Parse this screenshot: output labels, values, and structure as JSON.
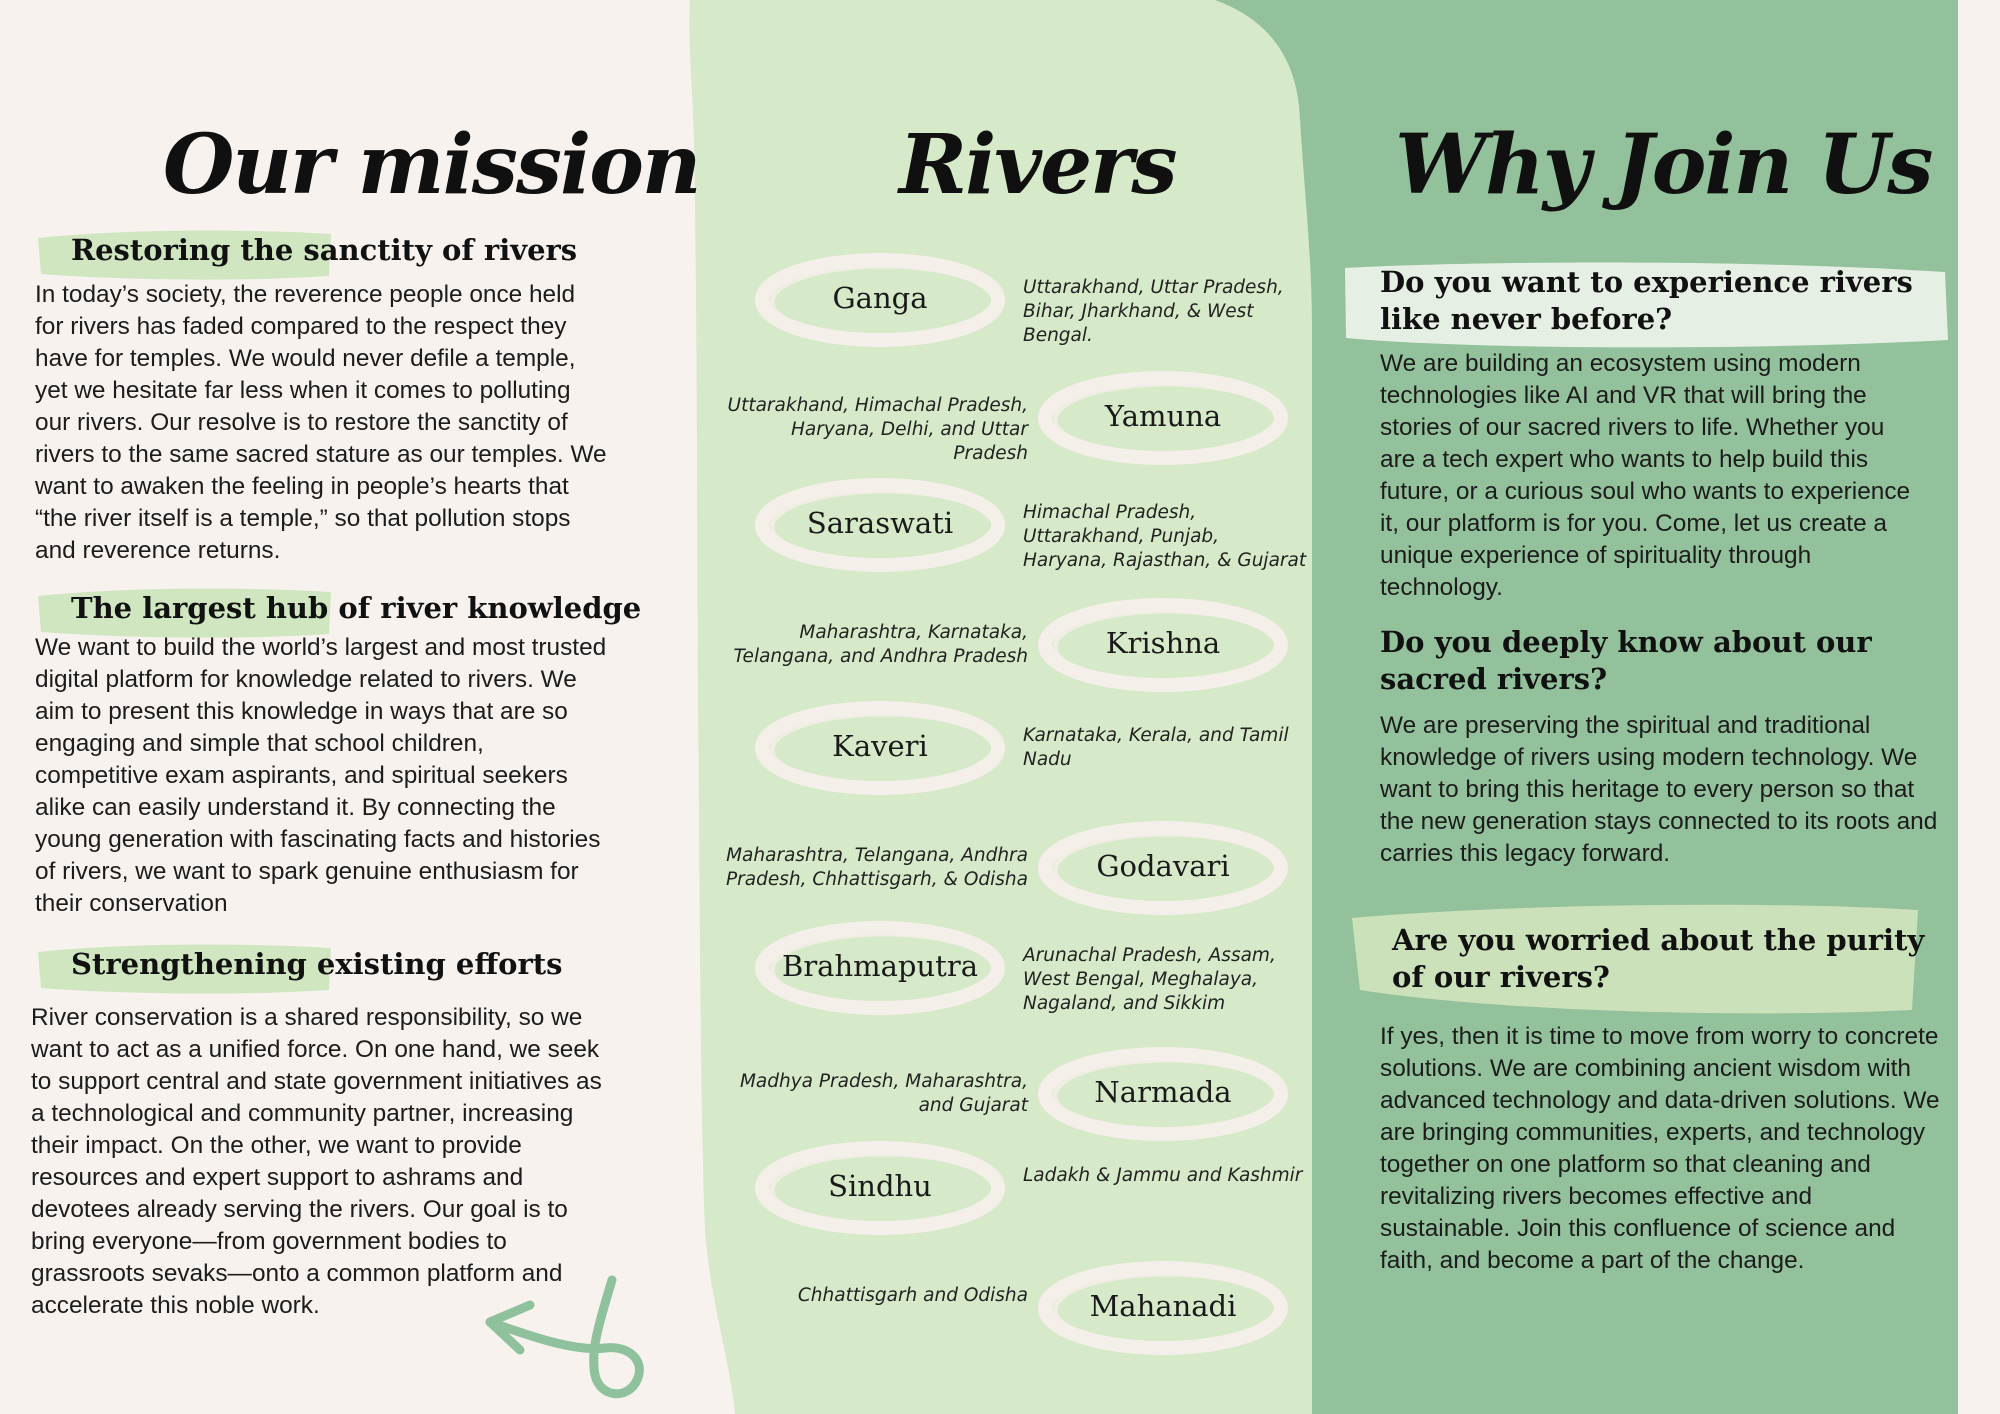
{
  "mission": {
    "title": "Our mission",
    "sections": [
      {
        "heading": "Restoring the sanctity of rivers",
        "body": "In today’s society, the reverence people once held for rivers has faded compared to the respect they have for temples. We would never defile a temple, yet we hesitate far less when it comes to polluting our rivers. Our resolve is to restore the sanctity of rivers to the same sacred stature as our temples. We want to awaken the feeling in people’s hearts that “the river itself is a temple,” so that pollution stops and reverence returns."
      },
      {
        "heading": "The largest hub of river knowledge",
        "body": "We want to build the world’s largest and most trusted digital platform for knowledge related to rivers. We aim to present this knowledge in ways that are so engaging and simple that school children, competitive exam aspirants, and spiritual seekers alike can easily understand it. By connecting the young generation with fascinating facts and histories of rivers, we want to spark genuine enthusiasm for their conservation"
      },
      {
        "heading": "Strengthening existing efforts",
        "body": "River conservation is a shared responsibility, so we want to act as a unified force. On one hand, we seek to support central and state government initiatives as a technological and community partner, increasing their impact. On the other, we want to provide resources and expert support to ashrams and devotees already serving the rivers. Our goal is to bring everyone—from government bodies to grassroots sevaks—onto a common platform and accelerate this noble work."
      }
    ],
    "decor_icon": "curly-arrow-left-icon"
  },
  "rivers": {
    "title": "Rivers",
    "items": [
      {
        "name": "Ganga",
        "regions": "Uttarakhand, Uttar Pradesh, Bihar, Jharkhand, & West Bengal."
      },
      {
        "name": "Yamuna",
        "regions": "Uttarakhand, Himachal Pradesh, Haryana, Delhi, and Uttar Pradesh"
      },
      {
        "name": "Saraswati",
        "regions": "Himachal Pradesh, Uttarakhand, Punjab, Haryana, Rajasthan, & Gujarat"
      },
      {
        "name": "Krishna",
        "regions": "Maharashtra, Karnataka, Telangana, and Andhra Pradesh"
      },
      {
        "name": "Kaveri",
        "regions": "Karnataka, Kerala, and Tamil Nadu"
      },
      {
        "name": "Godavari",
        "regions": "Maharashtra, Telangana, Andhra Pradesh, Chhattisgarh, & Odisha"
      },
      {
        "name": "Brahmaputra",
        "regions": "Arunachal Pradesh, Assam, West Bengal, Meghalaya, Nagaland, and Sikkim"
      },
      {
        "name": "Narmada",
        "regions": "Madhya Pradesh, Maharashtra, and Gujarat"
      },
      {
        "name": "Sindhu",
        "regions": "Ladakh & Jammu and Kashmir"
      },
      {
        "name": "Mahanadi",
        "regions": "Chhattisgarh and Odisha"
      }
    ]
  },
  "why": {
    "title": "Why Join Us",
    "sections": [
      {
        "heading": "Do you want to experience rivers like never before?",
        "body": "We are building an ecosystem using modern technologies like AI and VR that will bring the stories of our sacred rivers to life. Whether you are a tech expert who wants to help build this future, or a curious soul who wants to experience it, our platform is for you. Come, let us create a unique experience of spirituality through technology."
      },
      {
        "heading": "Do you deeply know about our sacred rivers?",
        "body": "We are preserving the spiritual and traditional knowledge of rivers using modern technology. We want to bring this heritage to every person so that the new generation stays connected to its roots and carries this legacy forward."
      },
      {
        "heading": "Are you worried about the purity of our rivers?",
        "body": "If yes, then it is time to move from worry to concrete solutions. We are combining ancient wisdom with advanced technology and data-driven solutions. We are bringing communities, experts, and technology together on one platform so that cleaning and revitalizing rivers becomes effective and sustainable. Join this confluence of science and faith, and become a part of the change."
      }
    ]
  },
  "colors": {
    "background": "#f7f2ee",
    "light_green": "#d6e9c9",
    "mid_green": "#92c19b",
    "brush_green": "#cfe6c0",
    "ellipse_cream": "#f4efe8",
    "arrow_green": "#8fc29c"
  }
}
